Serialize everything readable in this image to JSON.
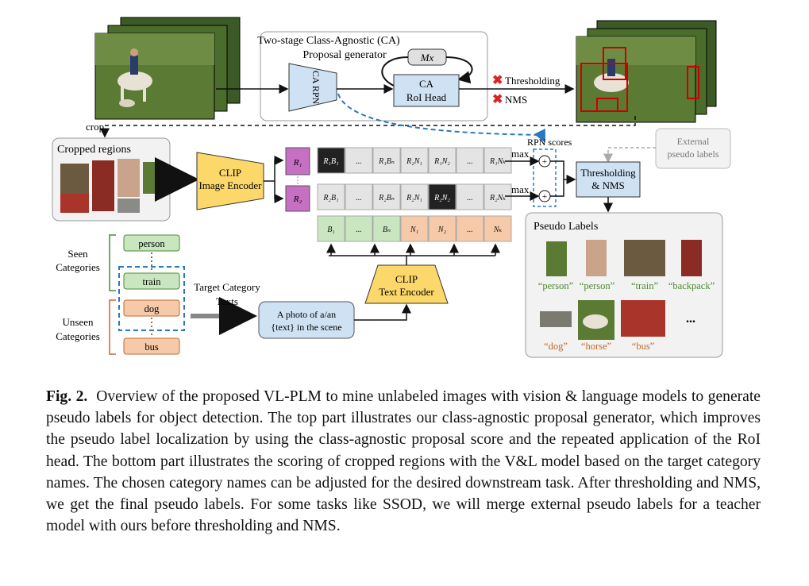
{
  "figure": {
    "ca_box_title": "Two-stage Class-Agnostic (CA)",
    "ca_box_subtitle": "Proposal generator",
    "ca_rpn": "CA RPN",
    "mx_label": "Mx",
    "roi_head_label": [
      "CA",
      "RoI Head"
    ],
    "thresholding_label": "Thresholding",
    "nms_label": "NMS",
    "crop_label": "crop",
    "rpn_scores_label": "RPN scores",
    "external_label": [
      "External",
      "pseudo labels"
    ],
    "cropped_regions_label": "Cropped regions",
    "clip_image_encoder": [
      "CLIP",
      "Image Encoder"
    ],
    "r1": "R₁",
    "r2": "R₂",
    "row1_cells": [
      "R₁B₁",
      "...",
      "R₁Bₙ",
      "R₂N₁",
      "R₁N₂",
      "...",
      "R₁Nₖ"
    ],
    "row2_cells": [
      "R₂B₁",
      "...",
      "R₂Bₙ",
      "R₂N₁",
      "R₂N₂",
      "...",
      "R₂Nₖ"
    ],
    "text_cells": [
      "B₁",
      "...",
      "Bₙ",
      "N₁",
      "N₂",
      "...",
      "Nₖ"
    ],
    "max_label": "max",
    "thresh_nms_box": [
      "Thresholding",
      "& NMS"
    ],
    "pseudo_labels_title": "Pseudo Labels",
    "pseudo_labels_row1": [
      "“person”",
      "“person”",
      "“train”",
      "“backpack”"
    ],
    "pseudo_labels_row2": [
      "“dog”",
      "“horse”",
      "“bus”"
    ],
    "ellipsis": "...",
    "seen_label": [
      "Seen",
      "Categories"
    ],
    "unseen_label": [
      "Unseen",
      "Categories"
    ],
    "categories": [
      "person",
      "train",
      "dog",
      "bus"
    ],
    "target_label": [
      "Target Category",
      "Texts"
    ],
    "prompt_label": [
      "A photo of a/an",
      "{text} in the scene"
    ],
    "clip_text_encoder": [
      "CLIP",
      "Text Encoder"
    ]
  },
  "caption": {
    "label": "Fig. 2.",
    "text": "Overview of the proposed VL-PLM to mine unlabeled images with vision & language models to generate pseudo labels for object detection. The top part illustrates our class-agnostic proposal generator, which improves the pseudo label localization by using the class-agnostic proposal score and the repeated application of the RoI head. The bottom part illustrates the scoring of cropped regions with the V&L model based on the target category names. The chosen category names can be adjusted for the desired downstream task. After thresholding and NMS, we get the final pseudo labels. For some tasks like SSOD, we will merge external pseudo labels for a teacher model with ours before thresholding and NMS."
  },
  "colors": {
    "blue_box": "#cfe2f3",
    "purple": "#c66fc3",
    "green_cell": "#c9e6c0",
    "orange_cell": "#f6c9a8",
    "yellow": "#fcd76a",
    "dark_cell": "#222222",
    "grey_cell": "#e4e4e4",
    "grass": "#5b7a34",
    "label_green": "#4c8a33",
    "label_orange": "#c4692b"
  }
}
